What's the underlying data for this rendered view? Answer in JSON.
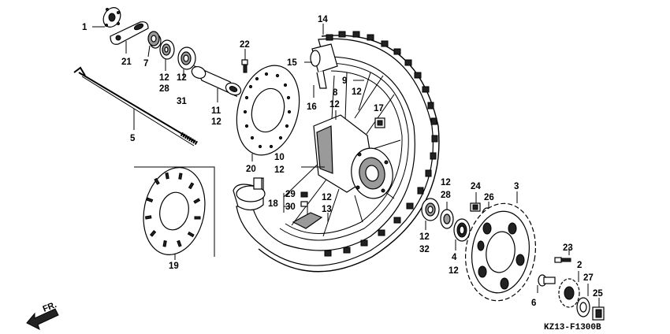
{
  "diagram": {
    "code": "KZ13-F1300B",
    "direction_label": "FR.",
    "callouts": [
      {
        "id": "c1",
        "text": "1"
      },
      {
        "id": "c21",
        "text": "21"
      },
      {
        "id": "c7",
        "text": "7"
      },
      {
        "id": "c12a",
        "text": "12"
      },
      {
        "id": "c28a",
        "text": "28"
      },
      {
        "id": "c12b",
        "text": "12"
      },
      {
        "id": "c31",
        "text": "31"
      },
      {
        "id": "c22",
        "text": "22"
      },
      {
        "id": "c11",
        "text": "11"
      },
      {
        "id": "c12c",
        "text": "12"
      },
      {
        "id": "c5",
        "text": "5"
      },
      {
        "id": "c20",
        "text": "20"
      },
      {
        "id": "c19",
        "text": "19"
      },
      {
        "id": "c14",
        "text": "14"
      },
      {
        "id": "c15",
        "text": "15"
      },
      {
        "id": "c16",
        "text": "16"
      },
      {
        "id": "c9",
        "text": "9"
      },
      {
        "id": "c12d",
        "text": "12"
      },
      {
        "id": "c8",
        "text": "8"
      },
      {
        "id": "c12e",
        "text": "12"
      },
      {
        "id": "c17",
        "text": "17"
      },
      {
        "id": "c10",
        "text": "10"
      },
      {
        "id": "c12f",
        "text": "12"
      },
      {
        "id": "c29",
        "text": "29"
      },
      {
        "id": "c18",
        "text": "18"
      },
      {
        "id": "c30",
        "text": "30"
      },
      {
        "id": "c12g",
        "text": "12"
      },
      {
        "id": "c13",
        "text": "13"
      },
      {
        "id": "c12h",
        "text": "12"
      },
      {
        "id": "c28b",
        "text": "28"
      },
      {
        "id": "c12i",
        "text": "12"
      },
      {
        "id": "c32",
        "text": "32"
      },
      {
        "id": "c4",
        "text": "4"
      },
      {
        "id": "c12j",
        "text": "12"
      },
      {
        "id": "c24",
        "text": "24"
      },
      {
        "id": "c26",
        "text": "26"
      },
      {
        "id": "c3",
        "text": "3"
      },
      {
        "id": "c23",
        "text": "23"
      },
      {
        "id": "c2",
        "text": "2"
      },
      {
        "id": "c6",
        "text": "6"
      },
      {
        "id": "c27",
        "text": "27"
      },
      {
        "id": "c25",
        "text": "25"
      }
    ]
  }
}
